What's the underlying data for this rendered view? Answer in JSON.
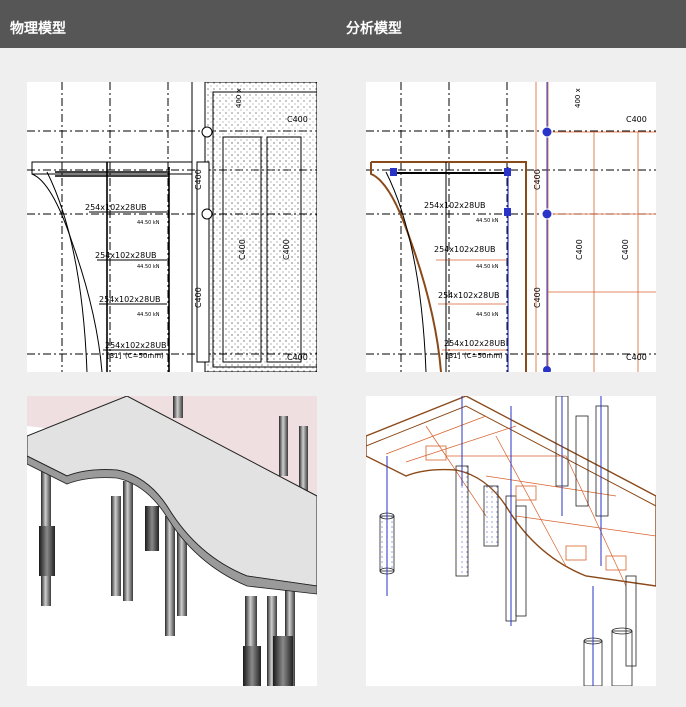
{
  "header": {
    "left_title": "物理模型",
    "right_title": "分析模型"
  },
  "plan_labels": {
    "beam_section": "254x102x28UB",
    "load_tag": "44.50 kN",
    "column": "C400",
    "dim_top": "400 x",
    "grid_note": "[31]",
    "cover_note": "(C=50mm)"
  },
  "colors": {
    "header_bg": "#565656",
    "analytical_orange": "#d8622c",
    "analytical_brown": "#8b4a1a",
    "analytical_blue": "#2a33c7",
    "slab_pink": "#efdfe0"
  },
  "icons": [
    "grid-bubble-icon",
    "analytical-node-icon"
  ]
}
